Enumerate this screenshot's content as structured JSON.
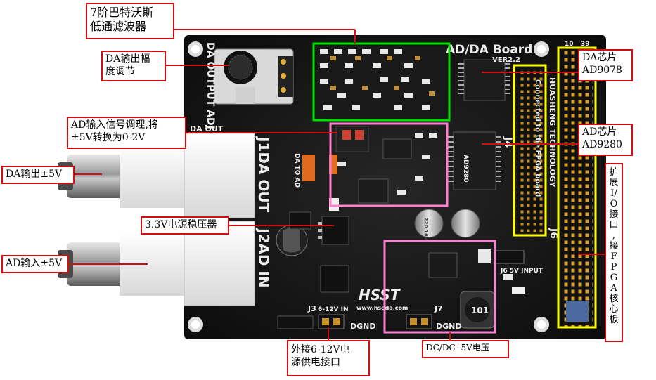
{
  "callouts": {
    "filter": [
      "7阶巴特沃斯",
      "低通滤波器"
    ],
    "da_amp": [
      "DA输出幅",
      "度调节"
    ],
    "ad_cond": [
      "AD输入信号调理,将",
      "±5V转换为0-2V"
    ],
    "da_out": "DA输出±5V",
    "regulator": "3.3V电源稳压器",
    "ad_in": "AD输入±5V",
    "power_in": [
      "外接6-12V电",
      "源供电接口"
    ],
    "dcdc": "DC/DC -5V电压",
    "da_chip": [
      "DA芯片",
      "AD9078"
    ],
    "ad_chip": [
      "AD芯片",
      "AD9280"
    ],
    "ext_io": [
      "扩",
      "展",
      "I/",
      "O",
      "接",
      "口",
      ",",
      "接",
      "F",
      "P",
      "G",
      "A",
      "核",
      "心",
      "板"
    ]
  },
  "board": {
    "title": "AD/DA Board",
    "version": "VER2.2",
    "brand": "HSST",
    "url": "www.hseda.com",
    "side_text": [
      "HUASHENG TECHNOLOGY",
      "Connected to the FPGA board"
    ],
    "da_out_label": "DA OUT",
    "da_out_adj": "DA OUTPUT ADJ",
    "j1_label": "J1DA OUT",
    "j2_label": "J2AD IN",
    "j4": "J4",
    "j6": "J6",
    "j3_label": "J3",
    "j3_range": "6-12V IN",
    "j7": "J7",
    "dgnd": "DGND",
    "j6_input": "J6 5V INPUT",
    "chip_ad": "AD9280",
    "inductor": "101",
    "da_to_ad": "DA TO AD",
    "pin_10": "10",
    "pin_39": "39",
    "cap_text": "220 16V"
  },
  "colors": {
    "callout_border": "#d01010",
    "filter_box": "#00e000",
    "cond_box": "#ff7fd0",
    "header_box": "#ffff00",
    "pcb": "#151515"
  }
}
